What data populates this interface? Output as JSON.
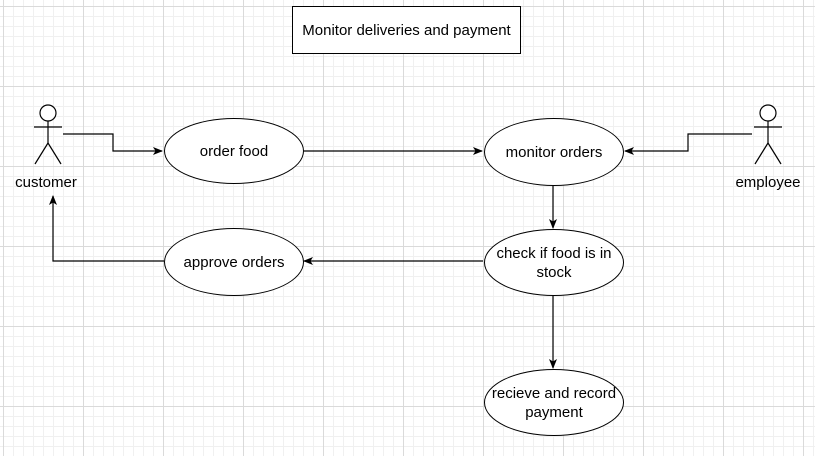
{
  "diagram": {
    "title": "Monitor deliveries and payment",
    "actors": [
      {
        "id": "customer",
        "label": "customer"
      },
      {
        "id": "employee",
        "label": "employee"
      }
    ],
    "use_cases": [
      {
        "id": "order-food",
        "label": "order food"
      },
      {
        "id": "monitor-orders",
        "label": "monitor orders"
      },
      {
        "id": "check-stock",
        "label": "check if food is in stock"
      },
      {
        "id": "approve-orders",
        "label": "approve orders"
      },
      {
        "id": "record-payment",
        "label": "recieve and record payment"
      }
    ],
    "connections": [
      {
        "from": "customer",
        "to": "order-food"
      },
      {
        "from": "order-food",
        "to": "monitor-orders"
      },
      {
        "from": "employee",
        "to": "monitor-orders"
      },
      {
        "from": "monitor-orders",
        "to": "check-stock"
      },
      {
        "from": "check-stock",
        "to": "approve-orders"
      },
      {
        "from": "approve-orders",
        "to": "customer"
      },
      {
        "from": "check-stock",
        "to": "record-payment"
      }
    ]
  }
}
